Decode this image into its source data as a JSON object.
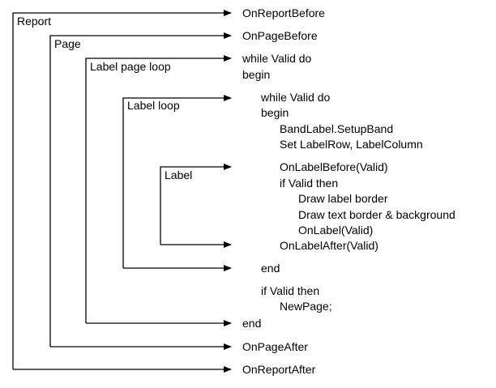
{
  "labels": {
    "report": "Report",
    "page": "Page",
    "label_page_loop": "Label page loop",
    "label_loop": "Label loop",
    "label": "Label"
  },
  "events": {
    "on_report_before": "OnReportBefore",
    "on_page_before": "OnPageBefore",
    "on_page_after": "OnPageAfter",
    "on_report_after": "OnReportAfter"
  },
  "code": {
    "while_outer": "while Valid do",
    "begin_outer": "begin",
    "while_inner": "while Valid do",
    "begin_inner": "begin",
    "setup_band": "BandLabel.SetupBand",
    "set_label": "Set LabelRow,  LabelColumn",
    "on_label_before": "OnLabelBefore(Valid)",
    "if_valid": "if Valid then",
    "draw_label_border": "Draw label border",
    "draw_text_border": "Draw text border & background",
    "on_label": "OnLabel(Valid)",
    "on_label_after": "OnLabelAfter(Valid)",
    "end_inner": "end",
    "if_valid_newpage": "if Valid then",
    "new_page": "NewPage;",
    "end_outer": "end"
  }
}
